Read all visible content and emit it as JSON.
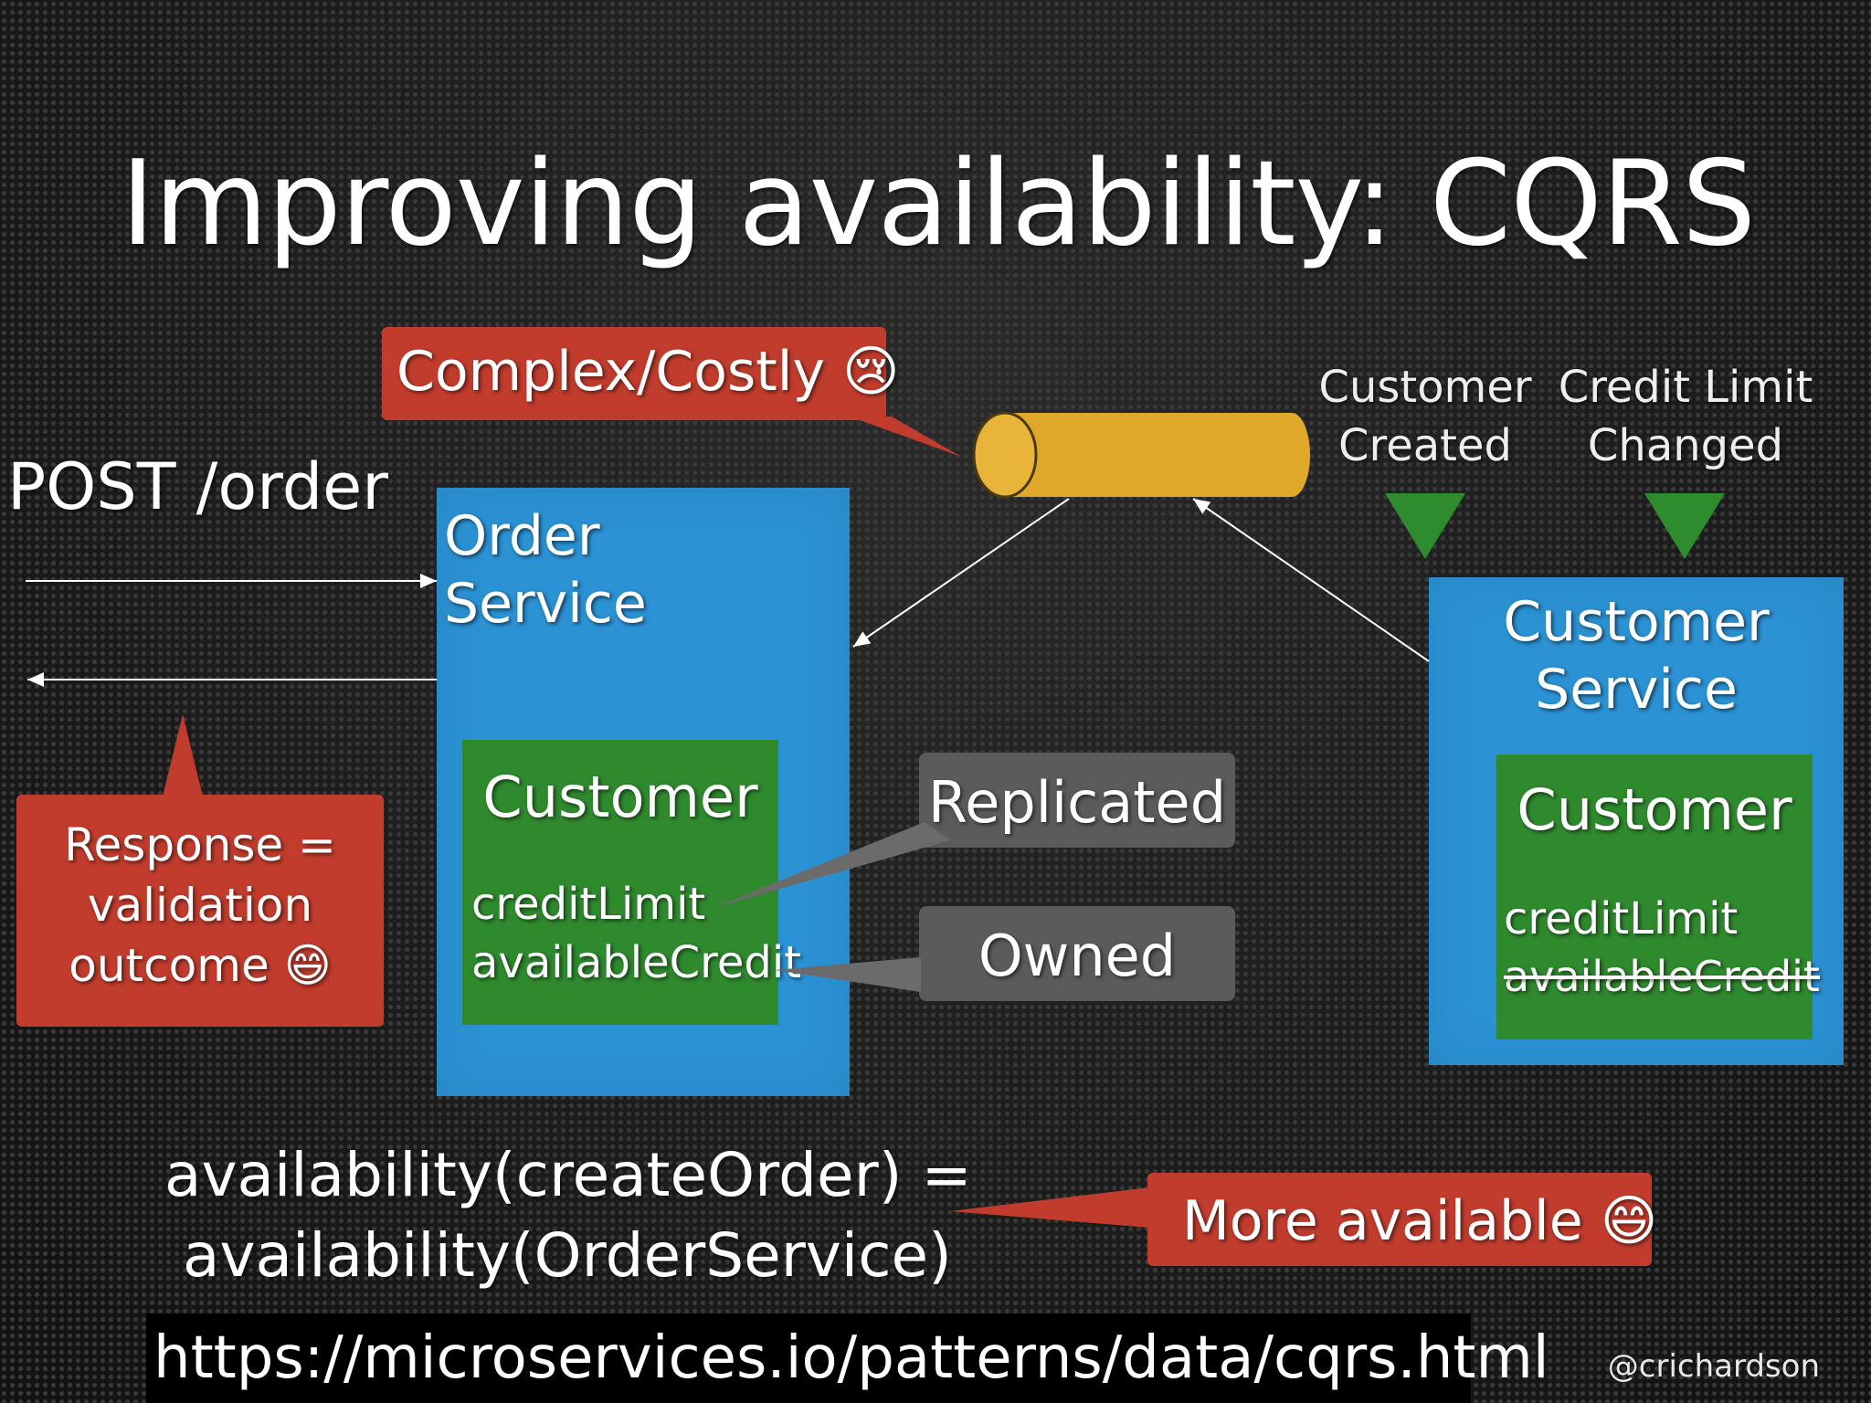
{
  "slide": {
    "title": "Improving availability: CQRS",
    "request": "POST /order",
    "order_service": {
      "label_line1": "Order",
      "label_line2": "Service"
    },
    "order_customer": {
      "title": "Customer",
      "field1": "creditLimit",
      "field2": "availableCredit"
    },
    "customer_service": {
      "label_line1": "Customer",
      "label_line2": "Service"
    },
    "customer_customer": {
      "title": "Customer",
      "field1": "creditLimit",
      "field2": "availableCredit"
    },
    "events": [
      {
        "line1": "Customer",
        "line2": "Created"
      },
      {
        "line1": "Credit Limit",
        "line2": "Changed"
      }
    ],
    "callouts": {
      "complex": "Complex/Costly 😢",
      "response_line1": "Response =",
      "response_line2": "validation",
      "response_line3": "outcome 😄",
      "more_available": "More available 😄"
    },
    "labels": {
      "replicated": "Replicated",
      "owned": "Owned"
    },
    "formula": {
      "line1": "availability(createOrder) =",
      "line2": "availability(OrderService)"
    },
    "url": "https://microservices.io/patterns/data/cqrs.html",
    "handle": "@crichardson"
  },
  "colors": {
    "blue": "#2b92d4",
    "green": "#2f8a2e",
    "red": "#c23c2d",
    "gray": "#5b5b5b",
    "cylinder": "#e0a82a",
    "event_triangle": "#2e8b2e"
  }
}
